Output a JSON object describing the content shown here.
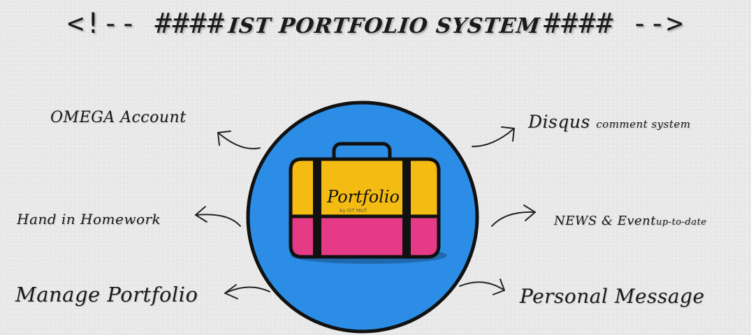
{
  "header": {
    "open_mark": "<!-- ####",
    "title": "IST PORTFOLIO SYSTEM",
    "close_mark": "#### -->"
  },
  "features": {
    "omega_account": "OMEGA Account",
    "hand_in_homework": "Hand in Homework",
    "manage_portfolio": "Manage Portfolio",
    "disqus": "Disqus",
    "disqus_sub": "comment system",
    "news": "NEWS & Event",
    "news_sub": "up-to-date",
    "personal_message": "Personal Message"
  },
  "emblem": {
    "word": "Portfolio",
    "byline": "by IST MUT"
  },
  "colors": {
    "circle": "#2b8de6",
    "case_top": "#f4bb13",
    "case_bottom": "#e53a86",
    "outline": "#111111"
  },
  "icons": [
    "briefcase-icon",
    "arrow-icon"
  ]
}
